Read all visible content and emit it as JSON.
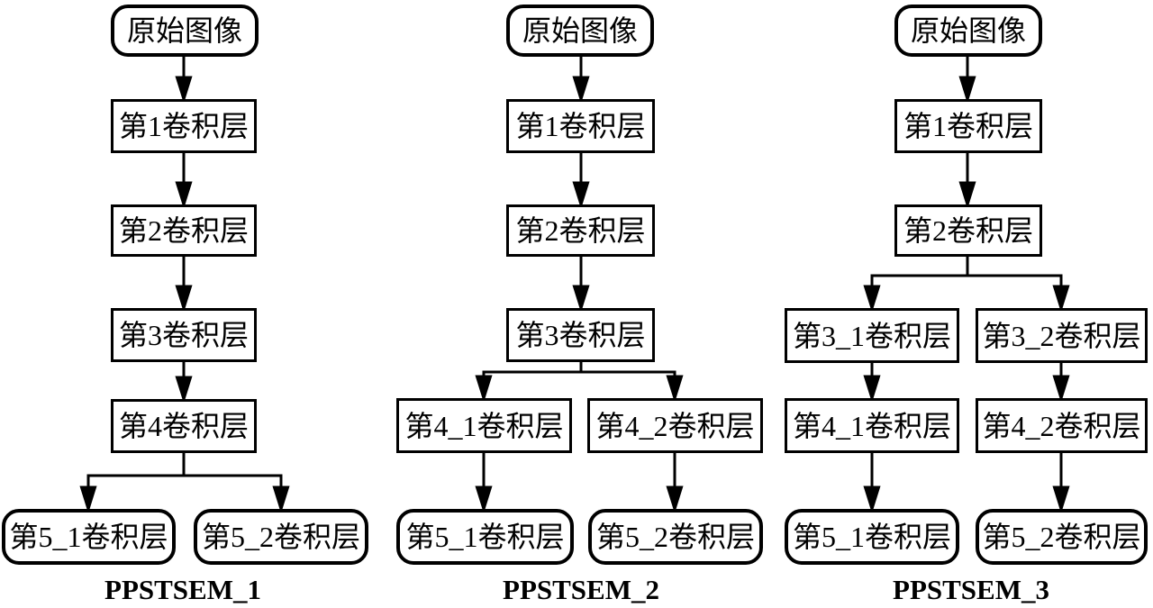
{
  "figure": {
    "background_color": "#ffffff",
    "stroke_color": "#000000",
    "diagrams": [
      {
        "caption": "PPSTSEM_1",
        "nodes": {
          "input": "原始图像",
          "conv1": "第1卷积层",
          "conv2": "第2卷积层",
          "conv3": "第3卷积层",
          "conv4": "第4卷积层",
          "conv5_1": "第5_1卷积层",
          "conv5_2": "第5_2卷积层"
        }
      },
      {
        "caption": "PPSTSEM_2",
        "nodes": {
          "input": "原始图像",
          "conv1": "第1卷积层",
          "conv2": "第2卷积层",
          "conv3": "第3卷积层",
          "conv4_1": "第4_1卷积层",
          "conv4_2": "第4_2卷积层",
          "conv5_1": "第5_1卷积层",
          "conv5_2": "第5_2卷积层"
        }
      },
      {
        "caption": "PPSTSEM_3",
        "nodes": {
          "input": "原始图像",
          "conv1": "第1卷积层",
          "conv2": "第2卷积层",
          "conv3_1": "第3_1卷积层",
          "conv3_2": "第3_2卷积层",
          "conv4_1": "第4_1卷积层",
          "conv4_2": "第4_2卷积层",
          "conv5_1": "第5_1卷积层",
          "conv5_2": "第5_2卷积层"
        }
      }
    ]
  }
}
